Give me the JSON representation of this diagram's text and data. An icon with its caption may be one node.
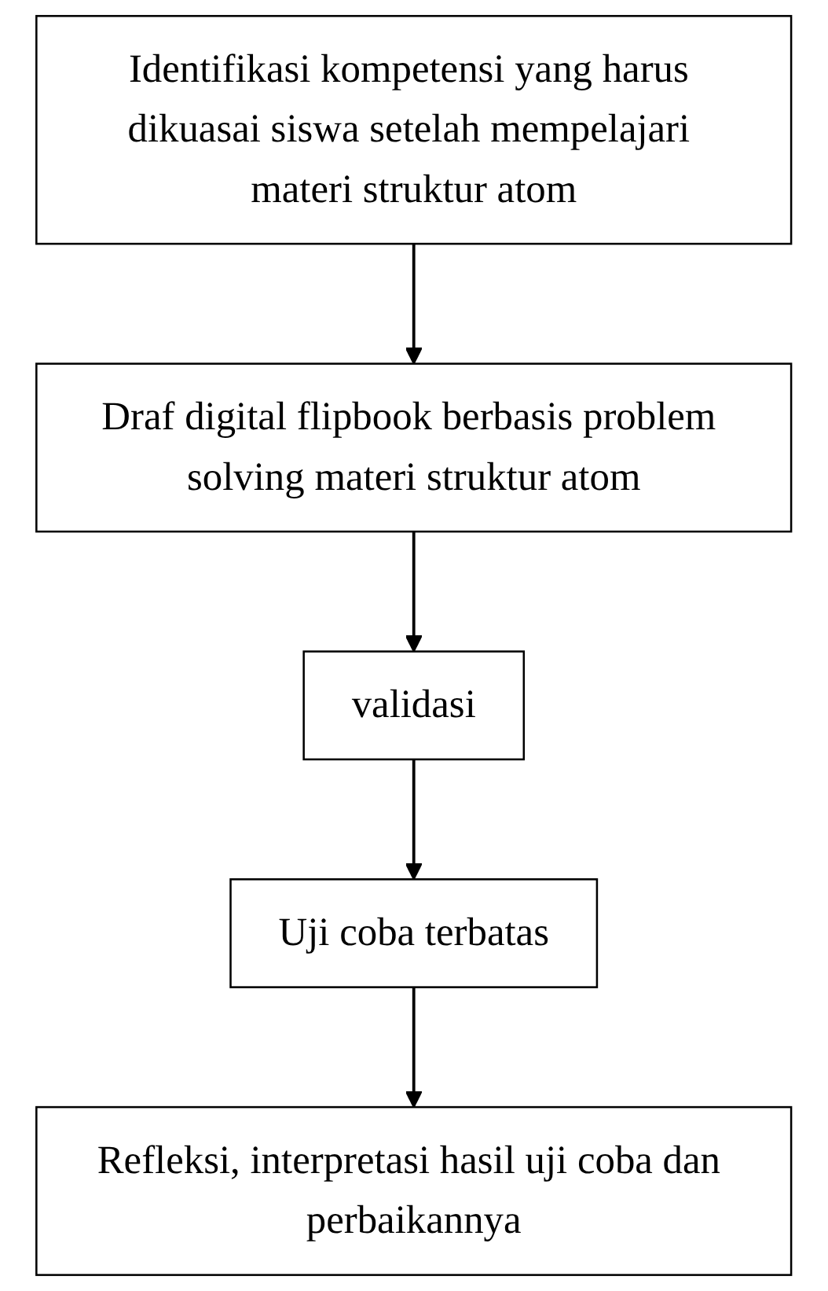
{
  "diagram": {
    "nodes": [
      {
        "text": [
          "Identifikasi kompetensi yang harus dikuasai siswa setelah mempelajari materi struktur atom"
        ]
      },
      {
        "text": [
          "Draf digital flipbook berbasis problem solving materi struktur atom"
        ]
      },
      {
        "text": [
          "validasi"
        ]
      },
      {
        "text": [
          "Uji coba terbatas"
        ]
      },
      {
        "text": [
          "Refleksi, interpretasi hasil uji coba dan perbaikannya"
        ]
      }
    ],
    "edges": [
      {
        "from": 0,
        "to": 1,
        "arrow": "to"
      },
      {
        "from": 1,
        "to": 2,
        "arrow": "to"
      },
      {
        "from": 2,
        "to": 3,
        "arrow": "to"
      },
      {
        "from": 3,
        "to": 4,
        "arrow": "to"
      }
    ]
  }
}
